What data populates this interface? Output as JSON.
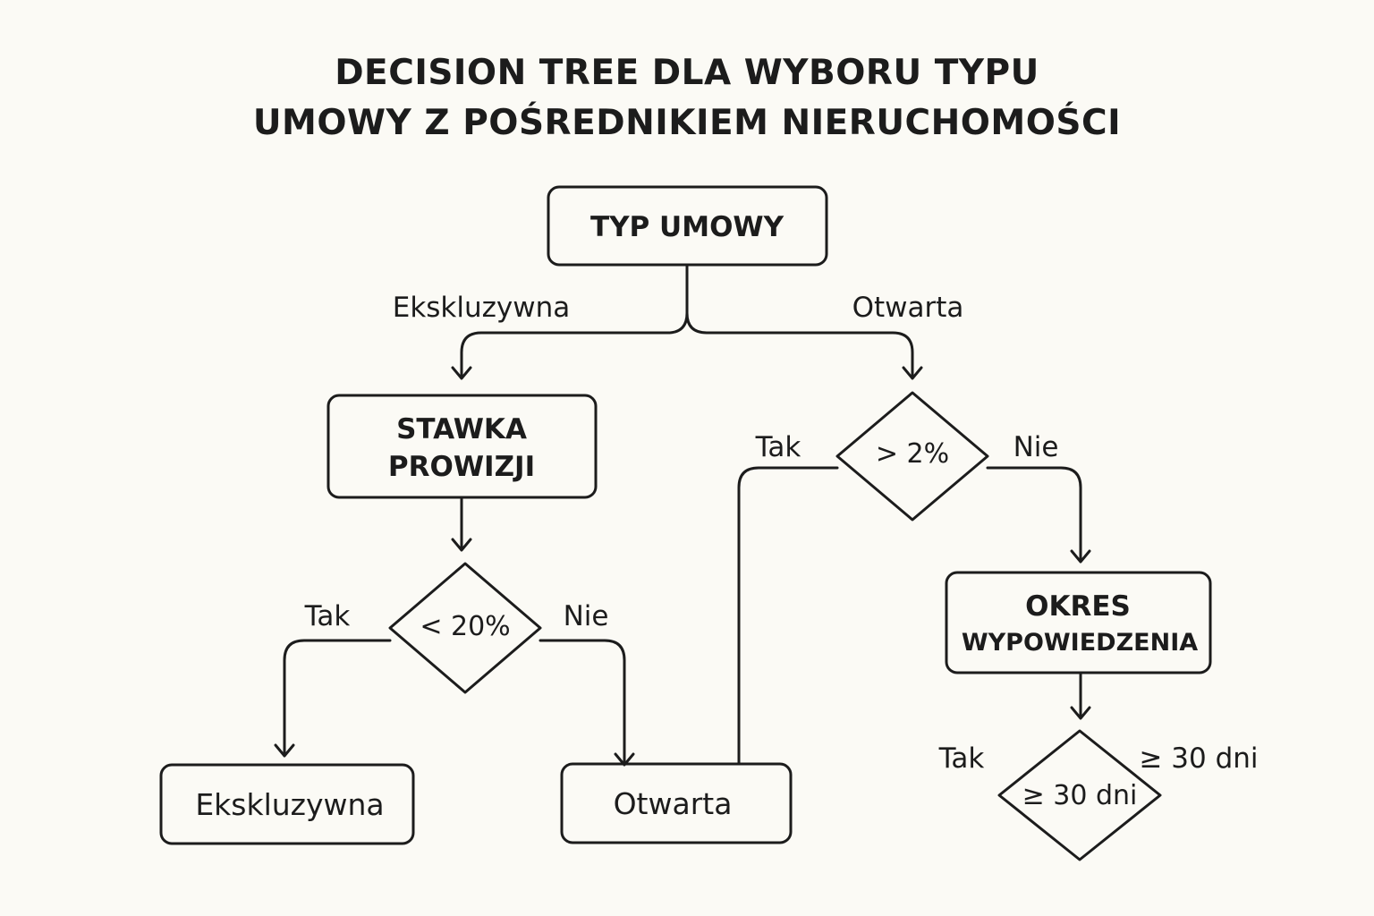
{
  "title": {
    "line1": "DECISION TREE DLA WYBORU TYPU",
    "line2": "UMOWY Z POŚREDNIKIEM NIERUCHOMOŚCI"
  },
  "nodes": {
    "typ_umowy": "TYP UMOWY",
    "stawka_line1": "STAWKA",
    "stawka_line2": "PROWIZJI",
    "lt20": "< 20%",
    "gt2": "> 2%",
    "okres_line1": "OKRES",
    "okres_line2": "WYPOWIEDZENIA",
    "ge30": "≥ 30 dni",
    "ekskluzywna_leaf": "Ekskluzywna",
    "otwarta_leaf": "Otwarta"
  },
  "edges": {
    "ekskluzywna": "Ekskluzywna",
    "otwarta": "Otwarta",
    "lt20_tak": "Tak",
    "lt20_nie": "Nie",
    "gt2_tak": "Tak",
    "gt2_nie": "Nie",
    "ge30_tak": "Tak",
    "ge30_right": "≥ 30 dni"
  },
  "colors": {
    "background": "#fbfaf5",
    "ink": "#1c1c1c"
  }
}
